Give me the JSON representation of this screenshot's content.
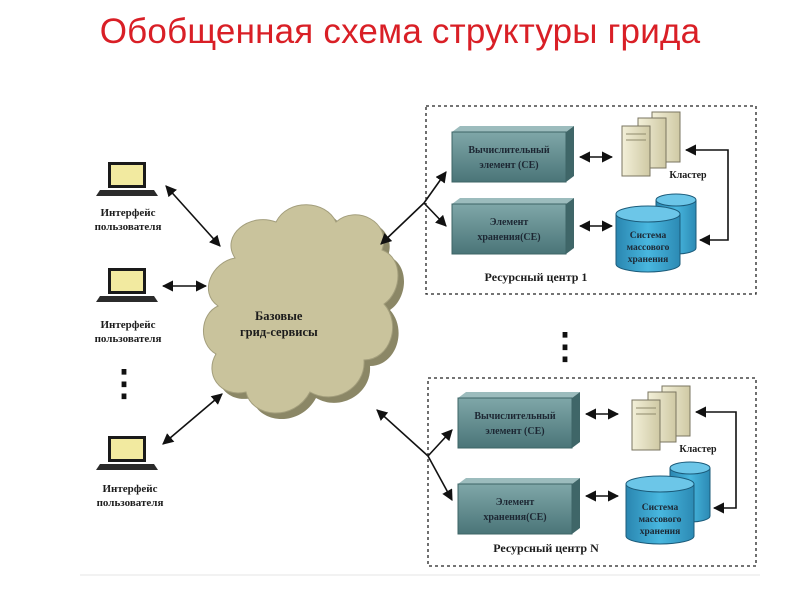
{
  "title": "Обобщенная схема структуры грида",
  "cloud": {
    "line1": "Базовые",
    "line2": "грид-сервисы"
  },
  "user_interface": {
    "line1": "Интерфейс",
    "line2": "пользователя"
  },
  "ellipsis": "⋮",
  "resource_centers": [
    {
      "name": "Ресурсный центр 1",
      "compute_element": {
        "line1": "Вычислительный",
        "line2": "элемент (CE)"
      },
      "storage_element": {
        "line1": "Элемент",
        "line2": "хранения(CE)"
      },
      "cluster": "Кластер",
      "mass_storage": {
        "line1": "Система",
        "line2": "массового",
        "line3": "хранения"
      }
    },
    {
      "name": "Ресурсный центр N",
      "compute_element": {
        "line1": "Вычислительный",
        "line2": "элемент (CE)"
      },
      "storage_element": {
        "line1": "Элемент",
        "line2": "хранения(CE)"
      },
      "cluster": "Кластер",
      "mass_storage": {
        "line1": "Система",
        "line2": "массового",
        "line3": "хранения"
      }
    }
  ],
  "colors": {
    "title": "#d91f26",
    "cloud": "#c9c39c",
    "element_box": "#5f8a8d",
    "storage_fill": "#3aa6cf",
    "server": "#e9e5c8"
  }
}
